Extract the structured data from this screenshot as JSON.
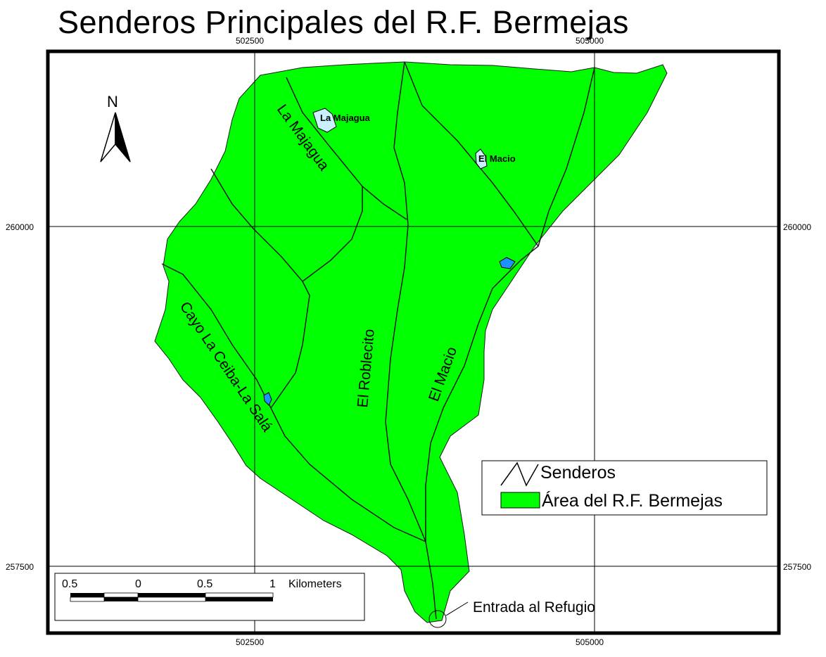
{
  "title": "Senderos Principales del R.F. Bermejas",
  "grid": {
    "x_top": [
      "502500",
      "505000"
    ],
    "x_bottom": [
      "502500",
      "505000"
    ],
    "y_left": [
      "260000",
      "257500"
    ],
    "y_right": [
      "260000",
      "257500"
    ]
  },
  "trails": {
    "la_majagua": "La Majagua",
    "cayo_la_ceiba": "Cayo La Ceiba-La Salá",
    "el_roblecito": "El Roblecito",
    "el_macio": "El Macio"
  },
  "places": {
    "la_majagua": "La Majagua",
    "el_macio": "El Macio"
  },
  "north": "N",
  "entrance": "Entrada al Refugio",
  "legend": {
    "trails": "Senderos",
    "area": "Área del R.F. Bermejas"
  },
  "scale_bar": {
    "labels": [
      "0.5",
      "0",
      "0.5",
      "1"
    ],
    "unit": "Kilometers"
  },
  "colors": {
    "area": "#00ff00",
    "water": "#1e90ff",
    "settlement": "#c8f0ff"
  }
}
